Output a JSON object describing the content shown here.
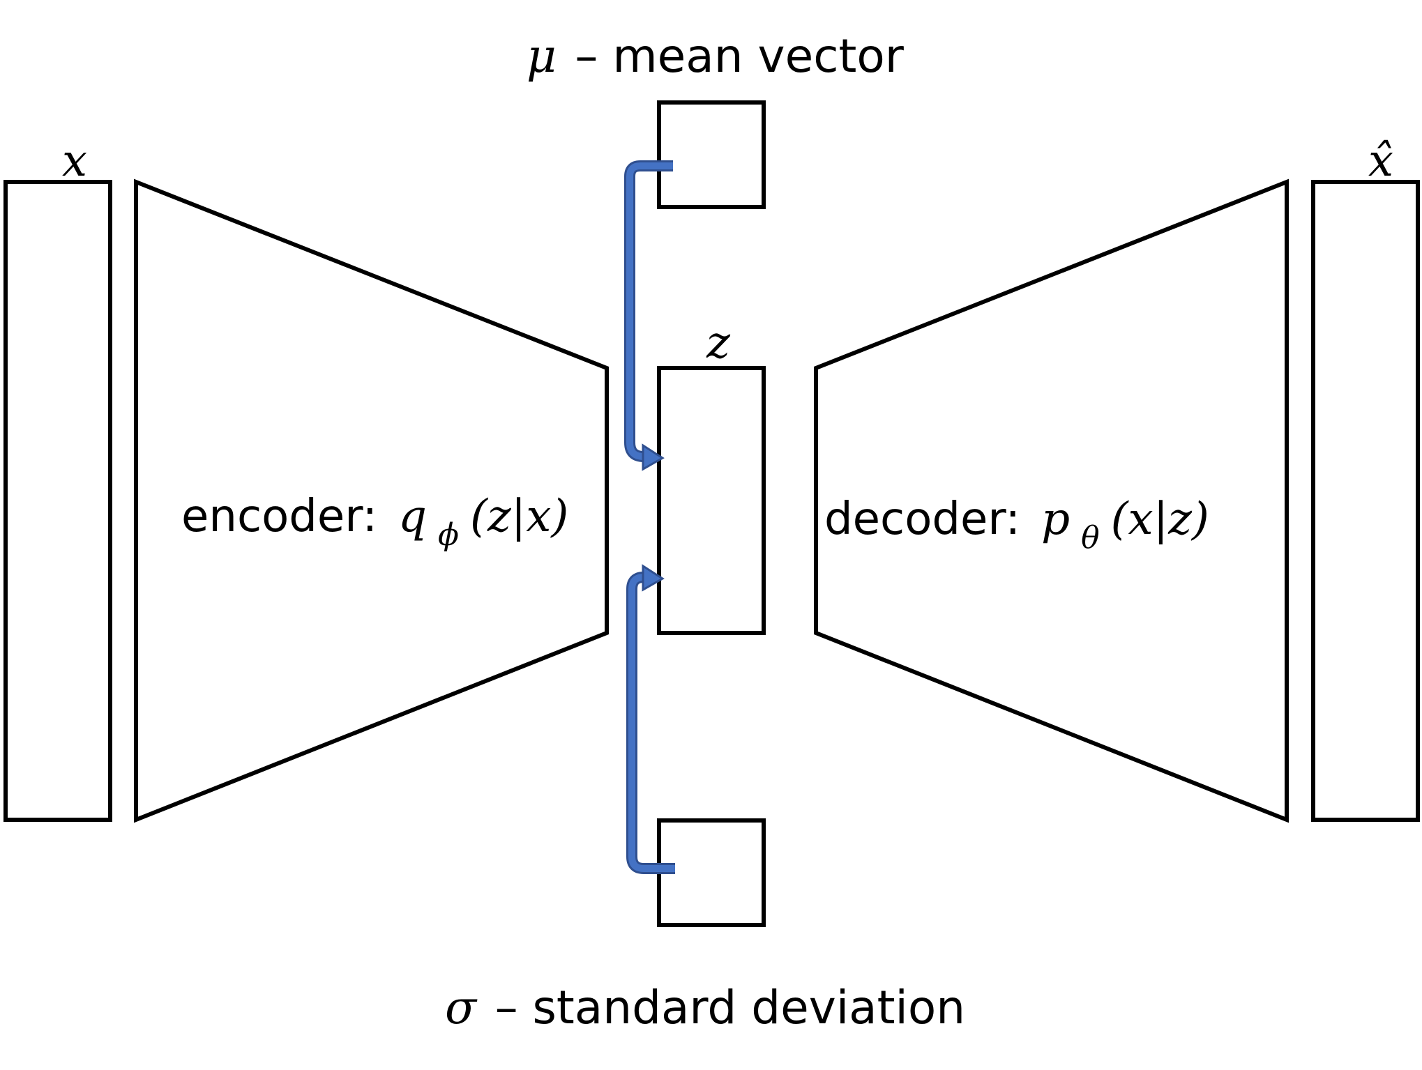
{
  "labels": {
    "mu_symbol": "μ",
    "mu_text": "– mean vector",
    "sigma_symbol": "σ",
    "sigma_text": "– standard deviation",
    "x": "x",
    "x_hat": "x̂",
    "z": "z",
    "encoder_text": "encoder:",
    "encoder_q": "q",
    "encoder_sub": "ϕ",
    "encoder_args": "(z|x)",
    "decoder_text": "decoder:",
    "decoder_p": "p",
    "decoder_sub": "θ",
    "decoder_args": "(x|z)"
  },
  "colors": {
    "stroke": "#000000",
    "arrow": "#4472c4",
    "arrow_outline": "#2f4f8f",
    "background": "#ffffff"
  }
}
